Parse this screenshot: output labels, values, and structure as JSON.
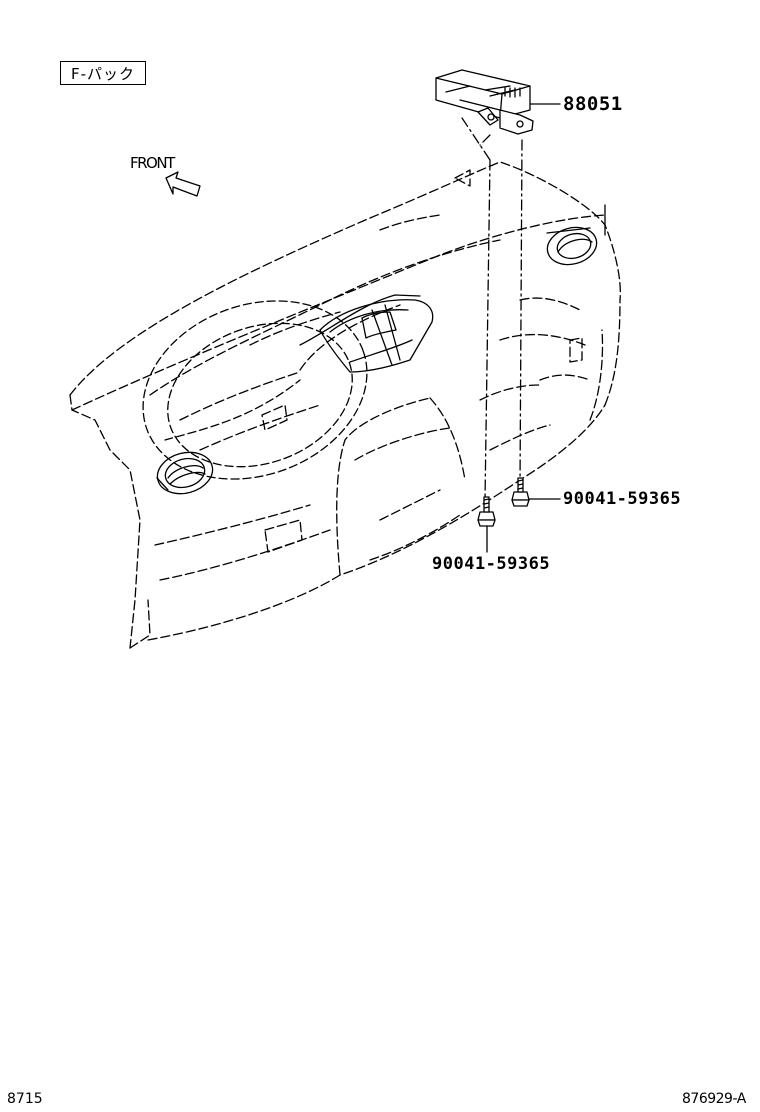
{
  "diagram": {
    "package_label": "F-パック",
    "direction_label": "FRONT",
    "parts": {
      "module": "88051",
      "bolt_right": "90041-59365",
      "bolt_left": "90041-59365"
    },
    "footer": {
      "page_code": "8715",
      "drawing_number": "876929-A"
    }
  }
}
